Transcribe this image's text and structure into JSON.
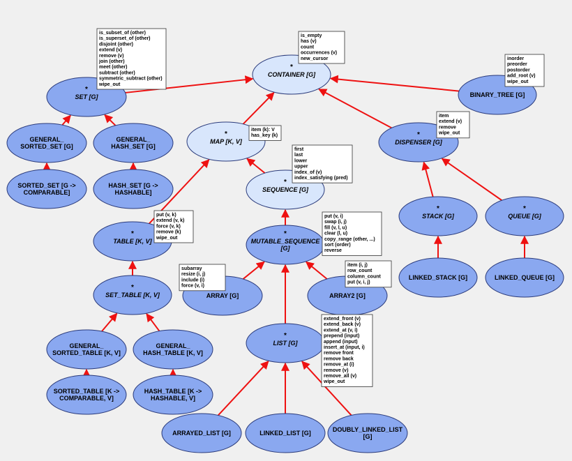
{
  "colors": {
    "background": "#f0f0f0",
    "effective_fill": "#8aa8f0",
    "deferred_fill": "#d8e6fc",
    "node_stroke": "#2a3a7a",
    "edge": "#ee1111",
    "feature_box_fill": "#ffffff",
    "feature_box_stroke": "#333333"
  },
  "nodes": [
    {
      "id": "container",
      "lines": [
        "CONTAINER [G]"
      ],
      "deferred": true,
      "style": "light"
    },
    {
      "id": "set",
      "lines": [
        "SET [G]"
      ],
      "deferred": true,
      "style": "dark"
    },
    {
      "id": "binary_tree",
      "lines": [
        "BINARY_TREE [G]"
      ],
      "deferred": false,
      "style": "dark"
    },
    {
      "id": "general_sorted_set",
      "lines": [
        "GENERAL_",
        "SORTED_SET [G]"
      ],
      "deferred": false,
      "style": "dark"
    },
    {
      "id": "general_hash_set",
      "lines": [
        "GENERAL_",
        "HASH_SET [G]"
      ],
      "deferred": false,
      "style": "dark"
    },
    {
      "id": "sorted_set",
      "lines": [
        "SORTED_SET [G ->",
        "COMPARABLE]"
      ],
      "deferred": false,
      "style": "dark"
    },
    {
      "id": "hash_set",
      "lines": [
        "HASH_SET [G ->",
        "HASHABLE]"
      ],
      "deferred": false,
      "style": "dark"
    },
    {
      "id": "map",
      "lines": [
        "MAP [K, V]"
      ],
      "deferred": true,
      "style": "light"
    },
    {
      "id": "sequence",
      "lines": [
        "SEQUENCE [G]"
      ],
      "deferred": true,
      "style": "light"
    },
    {
      "id": "dispenser",
      "lines": [
        "DISPENSER [G]"
      ],
      "deferred": true,
      "style": "dark"
    },
    {
      "id": "stack",
      "lines": [
        "STACK [G]"
      ],
      "deferred": true,
      "style": "dark"
    },
    {
      "id": "queue",
      "lines": [
        "QUEUE [G]"
      ],
      "deferred": true,
      "style": "dark"
    },
    {
      "id": "linked_stack",
      "lines": [
        "LINKED_STACK [G]"
      ],
      "deferred": false,
      "style": "dark"
    },
    {
      "id": "linked_queue",
      "lines": [
        "LINKED_QUEUE [G]"
      ],
      "deferred": false,
      "style": "dark"
    },
    {
      "id": "table",
      "lines": [
        "TABLE [K, V]"
      ],
      "deferred": true,
      "style": "dark"
    },
    {
      "id": "mutable_sequence",
      "lines": [
        "MUTABLE_SEQUENCE",
        "[G]"
      ],
      "deferred": true,
      "style": "dark"
    },
    {
      "id": "array",
      "lines": [
        "ARRAY [G]"
      ],
      "deferred": false,
      "style": "dark"
    },
    {
      "id": "array2",
      "lines": [
        "ARRAY2 [G]"
      ],
      "deferred": false,
      "style": "dark"
    },
    {
      "id": "set_table",
      "lines": [
        "SET_TABLE [K, V]"
      ],
      "deferred": true,
      "style": "dark"
    },
    {
      "id": "general_sorted_table",
      "lines": [
        "GENERAL_",
        "SORTED_TABLE [K, V]"
      ],
      "deferred": false,
      "style": "dark"
    },
    {
      "id": "general_hash_table",
      "lines": [
        "GENERAL_",
        "HASH_TABLE [K, V]"
      ],
      "deferred": false,
      "style": "dark"
    },
    {
      "id": "sorted_table",
      "lines": [
        "SORTED_TABLE [K ->",
        "COMPARABLE, V]"
      ],
      "deferred": false,
      "style": "dark"
    },
    {
      "id": "hash_table",
      "lines": [
        "HASH_TABLE [K ->",
        "HASHABLE, V]"
      ],
      "deferred": false,
      "style": "dark"
    },
    {
      "id": "list",
      "lines": [
        "LIST [G]"
      ],
      "deferred": true,
      "style": "dark"
    },
    {
      "id": "arrayed_list",
      "lines": [
        "ARRAYED_LIST [G]"
      ],
      "deferred": false,
      "style": "dark"
    },
    {
      "id": "linked_list",
      "lines": [
        "LINKED_LIST [G]"
      ],
      "deferred": false,
      "style": "dark"
    },
    {
      "id": "doubly_linked_list",
      "lines": [
        "DOUBLY_LINKED_LIST",
        "[G]"
      ],
      "deferred": false,
      "style": "dark"
    }
  ],
  "feature_boxes": [
    {
      "id": "set_features",
      "items": [
        "is_subset_of (other)",
        "is_superset_of (other)",
        "disjoint (other)",
        "extend (v)",
        "remove (v)",
        "join (other)",
        "meet (other)",
        "subtract (other)",
        "symmetric_subtract (other)",
        "wipe_out"
      ]
    },
    {
      "id": "container_features",
      "items": [
        "is_empty",
        "has (v)",
        "count",
        "occurrences (v)",
        "new_cursor"
      ]
    },
    {
      "id": "binary_tree_features",
      "items": [
        "inorder",
        "preorder",
        "postorder",
        "add_root (v)",
        "wipe_out"
      ]
    },
    {
      "id": "map_features",
      "items": [
        "item (k): V",
        "has_key (k)"
      ]
    },
    {
      "id": "dispenser_features",
      "items": [
        "item",
        "extend (v)",
        "remove",
        "wipe_out"
      ]
    },
    {
      "id": "sequence_features",
      "items": [
        "first",
        "last",
        "lower",
        "upper",
        "index_of (v)",
        "index_satisfying (pred)"
      ]
    },
    {
      "id": "table_features",
      "items": [
        "put (v, k)",
        "extend (v, k)",
        "force (v, k)",
        "remove (k)",
        "wipe_out"
      ]
    },
    {
      "id": "mutable_sequence_features",
      "items": [
        "put (v, i)",
        "swap (i, j)",
        "fill (v, l, u)",
        "clear (l, u)",
        "copy_range (other, ...)",
        "sort (order)",
        "reverse"
      ]
    },
    {
      "id": "array_features",
      "items": [
        "subarray",
        "resize (i, j)",
        "include (i)",
        "force (v, i)"
      ]
    },
    {
      "id": "array2_features",
      "items": [
        "item (i, j)",
        "row_count",
        "column_count",
        "put (v, i, j)"
      ]
    },
    {
      "id": "list_features",
      "items": [
        "extend_front (v)",
        "extend_back (v)",
        "extend_at (v, i)",
        "prepend (input)",
        "append (input)",
        "insert_at (input, i)",
        "remove front",
        "remove back",
        "remove_at (i)",
        "remove (v)",
        "remove_all (v)",
        "wipe_out"
      ]
    }
  ],
  "edges": [
    {
      "from": "set",
      "to": "container"
    },
    {
      "from": "binary_tree",
      "to": "container"
    },
    {
      "from": "map",
      "to": "container"
    },
    {
      "from": "dispenser",
      "to": "container"
    },
    {
      "from": "general_sorted_set",
      "to": "set"
    },
    {
      "from": "general_hash_set",
      "to": "set"
    },
    {
      "from": "sorted_set",
      "to": "general_sorted_set"
    },
    {
      "from": "hash_set",
      "to": "general_hash_set"
    },
    {
      "from": "sequence",
      "to": "map"
    },
    {
      "from": "table",
      "to": "map"
    },
    {
      "from": "stack",
      "to": "dispenser"
    },
    {
      "from": "queue",
      "to": "dispenser"
    },
    {
      "from": "linked_stack",
      "to": "stack"
    },
    {
      "from": "linked_queue",
      "to": "queue"
    },
    {
      "from": "mutable_sequence",
      "to": "sequence"
    },
    {
      "from": "array",
      "to": "mutable_sequence"
    },
    {
      "from": "array2",
      "to": "mutable_sequence"
    },
    {
      "from": "list",
      "to": "mutable_sequence"
    },
    {
      "from": "set_table",
      "to": "table"
    },
    {
      "from": "general_sorted_table",
      "to": "set_table"
    },
    {
      "from": "general_hash_table",
      "to": "set_table"
    },
    {
      "from": "sorted_table",
      "to": "general_sorted_table"
    },
    {
      "from": "hash_table",
      "to": "general_hash_table"
    },
    {
      "from": "arrayed_list",
      "to": "list"
    },
    {
      "from": "linked_list",
      "to": "list"
    },
    {
      "from": "doubly_linked_list",
      "to": "list"
    }
  ]
}
